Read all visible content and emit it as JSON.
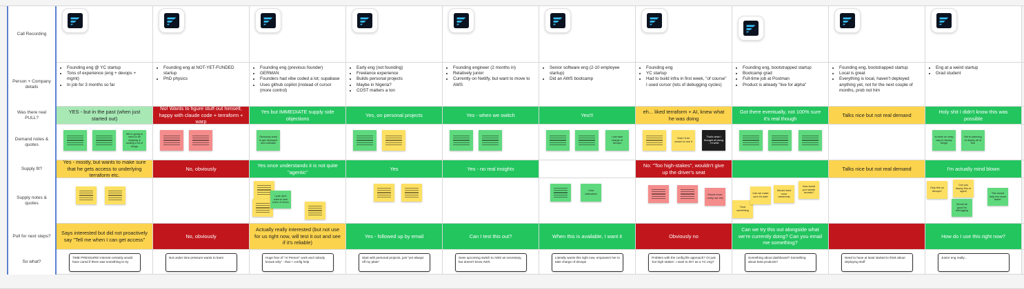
{
  "rows": {
    "call_recording": "Call Recording",
    "person_details": "Person + Company details",
    "real_pull": "Was there real PULL?",
    "demand_notes": "Demand notes & quotes",
    "supply_fit": "Supply fit?",
    "supply_notes": "Supply notes & quotes",
    "pull_next": "Pull for next steps?",
    "so_what": "So what?"
  },
  "colors": {
    "green": "#22c55e",
    "light_green": "#a7e8b5",
    "red": "#c0161c",
    "yellow": "#fcd34d",
    "sticky_green": "#5fd97e",
    "sticky_red": "#f58c8c",
    "sticky_yellow": "#fde062",
    "row_header_border": "#5a7fd0"
  },
  "logo_icon": "app-logo-icon",
  "columns": [
    {
      "details": [
        "Founding eng @ YC startup",
        "Tons of experience (eng + devops + mgmt)",
        "In job for 3 months so far"
      ],
      "pull": {
        "text": "YES - but in the past (when just started out)",
        "color": "lightgreen"
      },
      "demand_stickies": [
        {
          "c": "green"
        },
        {
          "c": "green"
        },
        {
          "c": "green",
          "t": "We're going to need to be shipping & scaling a lot of things"
        }
      ],
      "supply": {
        "text": "Yes - mostly, but wants to make sure that he gets access to underlying terraform etc.",
        "color": "yellow"
      },
      "supply_stickies": [
        {
          "c": "yellow"
        },
        {
          "c": "yellow"
        }
      ],
      "next": {
        "text": "Says interested but did not proactively say \"Tell me when I can get access\"",
        "color": "yellow"
      },
      "so_what": "TIME PRESSURE! Interest certainly would have cared if there was something to try"
    },
    {
      "details": [
        "Founding eng at NOT-YET-FUNDED startup",
        "PhD physics"
      ],
      "pull": {
        "text": "No! Wants to figure stuff out himself, happy with claude code + terraform + warp",
        "color": "red"
      },
      "demand_stickies": [
        {
          "c": "red"
        },
        {
          "c": "red"
        }
      ],
      "supply": {
        "text": "No, obviously",
        "color": "red"
      },
      "supply_stickies": [],
      "next": {
        "text": "No, obviously",
        "color": "red"
      },
      "so_what": "Not under time pressure wants to learn"
    },
    {
      "details": [
        "Founding eng (previous founder)",
        "GERMAN",
        "Founders had vibe coded a lot; supabase",
        "Uses github copilot (instead of cursor (more control)"
      ],
      "pull": {
        "text": "Yes but IMMEDIATE supply side objections",
        "color": "green"
      },
      "demand_stickies": [
        {
          "c": "green",
          "t": "Obviously want to get deployed and maintain"
        }
      ],
      "supply": {
        "text": "Yes once understands it is not quite \"agentic\"",
        "color": "green"
      },
      "supply_stickies": [
        {
          "c": "yellow"
        },
        {
          "c": "yellow"
        },
        {
          "c": "green",
          "t": "I just don't want to lose track of errors"
        },
        {
          "c": "yellow"
        }
      ],
      "next": {
        "text": "Actually really interested (but not use for us right now, will test it out and see if it's reliable)",
        "color": "yellow"
      },
      "so_what": "Huge fear of \"AI Person\" work and nobody knows why\" - that + config help"
    },
    {
      "details": [
        "Early eng (not founding)",
        "Freelance experience",
        "Builds personal projects",
        "Maybe in Nigeria?",
        "COST matters a ton"
      ],
      "pull": {
        "text": "Yes, on personal projects",
        "color": "green"
      },
      "demand_stickies": [
        {
          "c": "green"
        },
        {
          "c": "yellow"
        }
      ],
      "supply": {
        "text": "Yes",
        "color": "green"
      },
      "supply_stickies": [
        {
          "c": "yellow"
        },
        {
          "c": "yellow"
        }
      ],
      "next": {
        "text": "Yes - followed up by email",
        "color": "green"
      },
      "so_what": "Start with personal projects, just \"yet always off my plate\""
    },
    {
      "details": [
        "Founding engineer (2 months in)",
        "Relatively junior",
        "Currently on Netlify, but want to move to AWS"
      ],
      "pull": {
        "text": "Yes - when we switch",
        "color": "green"
      },
      "demand_stickies": [
        {
          "c": "green"
        },
        {
          "c": "green"
        }
      ],
      "supply": {
        "text": "Yes - no real insights",
        "color": "green"
      },
      "supply_stickies": [],
      "next": {
        "text": "Can I test this out?",
        "color": "green"
      },
      "so_what": "Sees upcoming switch to AWS as necessary, but doesn't know AWS"
    },
    {
      "details": [
        "Senior software eng (2-10 employee startup)",
        "Did an AWS bootcamp"
      ],
      "pull": {
        "text": "Yes!!!",
        "color": "green"
      },
      "demand_stickies": [
        {
          "c": "green"
        },
        {
          "c": "green"
        },
        {
          "c": "green",
          "t": "I can take charge of devops"
        }
      ],
      "supply": {
        "text": "",
        "color": "white"
      },
      "supply_stickies": [
        {
          "c": "green"
        },
        {
          "c": "green",
          "t": "Cost estimates!"
        }
      ],
      "next": {
        "text": "When this is available, I want it",
        "color": "green"
      },
      "so_what": "Literally wants this right now, empowers her to take charge of devops"
    },
    {
      "details": [
        "Founding eng",
        "YC startup",
        "Had to build infra in first week, \"of course\" I used cursor (lots of debugging cycles)"
      ],
      "pull": {
        "text": "eh... liked terraform + AI, knew what he was doing",
        "color": "yellow"
      },
      "demand_stickies": [
        {
          "c": "yellow"
        },
        {
          "c": "yellow",
          "t": "Yeah I'd be cursed to use it"
        },
        {
          "c": "dark",
          "t": "That's what I thought all along - I'd write"
        }
      ],
      "supply": {
        "text": "No: \"Too high-stakes\", wouldn't give up the driver's seat",
        "color": "red"
      },
      "supply_stickies": [
        {
          "c": "red"
        },
        {
          "c": "red"
        },
        {
          "c": "red",
          "t": "Would never really use this"
        }
      ],
      "next": {
        "text": "Obviously no",
        "color": "red"
      },
      "so_what": "Problem with the config file approach? Or just 'too high stakes'. I want to DIY as a YC eng?"
    },
    {
      "details": [
        "Founding eng, bootstrapped startup",
        "Bootcamp grad",
        "Full-time job at Postman",
        "Product is already \"live for alpha\""
      ],
      "pull": {
        "text": "Got there eventually, not 100% sure it's real though",
        "color": "green"
      },
      "demand_stickies": [
        {
          "c": "green"
        },
        {
          "c": "green"
        },
        {
          "c": "green"
        }
      ],
      "supply": {
        "text": "",
        "color": "green"
      },
      "supply_stickies": [
        {
          "c": "yellow",
          "t": "Trust something"
        },
        {
          "c": "yellow",
          "t": "Can we make sure it's safe"
        },
        {
          "c": "yellow",
          "t": "Would need more ownership"
        },
        {
          "c": "yellow",
          "t": "How would you handle secrets?"
        }
      ],
      "next": {
        "text": "Can we try this out alongside what we're currently doing? Can you email me something?",
        "color": "green"
      },
      "so_what": "Something about dashboard? Something about beta products?"
    },
    {
      "details": [
        "Founding eng, bootstrapped startup",
        "Local is great",
        "Everything is local, haven't deployed anything yet, not for the next couple of months, prob not him"
      ],
      "pull": {
        "text": "Talks nice but not real demand",
        "color": "yellow"
      },
      "demand_stickies": [],
      "supply": {
        "text": "Talks nice but not real demand",
        "color": "yellow"
      },
      "supply_stickies": [],
      "next": {
        "text": "",
        "color": "red"
      },
      "so_what": "Need to have at least started to think about deploying stuff"
    },
    {
      "details": [
        "Eng at a weird startup",
        "Grad student"
      ],
      "pull": {
        "text": "Holy shit I didn't know this was possible",
        "color": "green"
      },
      "demand_stickies": [
        {
          "c": "green",
          "t": "Is there an easy way to deploy things"
        },
        {
          "c": "green",
          "t": "We're planning to deploy all of this"
        }
      ],
      "supply": {
        "text": "I'm actually mind blown",
        "color": "green"
      },
      "supply_stickies": [
        {
          "c": "yellow",
          "t": "Only this on devops?"
        },
        {
          "c": "yellow",
          "t": "Can you deploy this to agent"
        },
        {
          "c": "green",
          "t": "Would be good for debugging"
        },
        {
          "c": "green",
          "t": "This would help me move faster"
        }
      ],
      "next": {
        "text": "How do I use this right now?",
        "color": "green"
      },
      "so_what": "Junior eng really..."
    }
  ]
}
